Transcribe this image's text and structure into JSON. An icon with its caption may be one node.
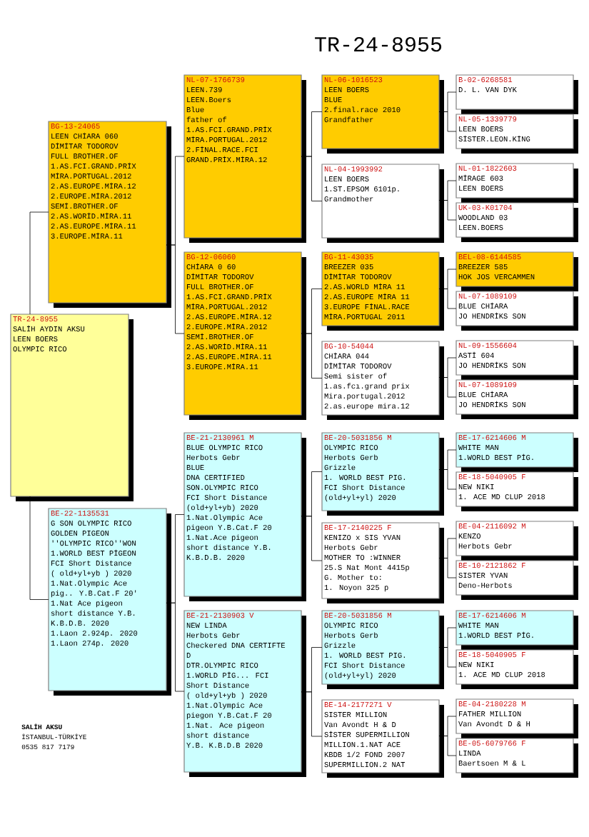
{
  "diagram": {
    "title": "TR-24-8955",
    "nodes": [
      {
        "text": [
          "TR-24-8955",
          "SALİH AYDIN AKSU",
          "LEEN BOERS",
          "OLYMPIC RICO"
        ]
      },
      {
        "text": [
          "BG-13-24065",
          "LEEN CHİARA 060",
          "DİMİTAR TODOROV",
          "FULL BROTHER.OF",
          "1.AS.FCI.GRAND.PRİX",
          "MİRA.PORTUGAL.2012",
          "2.AS.EUROPE.MİRA.12",
          "2.EUROPE.MİRA.2012",
          "SEMİ.BROTHER.OF",
          "2.AS.WORİD.MİRA.11",
          "2.AS.EUROPE.MİRA.11",
          "3.EUROPE.MİRA.11"
        ]
      },
      {
        "text": [
          "NL-07-1766739",
          "LEEN.739",
          "LEEN.Boers",
          "Blue",
          "father of",
          "1.AS.FCI.GRAND.PRİX",
          "MİRA.PORTUGAL.2012",
          "2.FİNAL.RACE.FCI",
          "GRAND.PRİX.MİRA.12"
        ]
      },
      {
        "text": [
          "NL-06-1016523",
          "LEEN BOERS",
          "BLUE",
          "2.final.race 2010",
          "Grandfather"
        ]
      },
      {
        "text": [
          "B-02-6268581",
          "D. L. VAN DYK"
        ]
      },
      {
        "text": [
          "NL-05-1339779",
          "LEEN BOERS",
          "SİSTER.LEON.KİNG"
        ]
      },
      {
        "text": [
          "NL-04-1993992",
          "LEEN BOERS",
          "1.ST.EPSOM 6101p.",
          "Grandmother"
        ]
      },
      {
        "text": [
          "NL-01-1822603",
          "MİRAGE 603",
          "LEEN BOERS"
        ]
      },
      {
        "text": [
          "UK-03-K01704",
          "WOODLAND 03",
          "LEEN.BOERS"
        ]
      },
      {
        "text": [
          "BG-12-06060",
          "CHİARA 0 60",
          "DİMİTAR TODOROV",
          "FULL BROTHER.OF",
          "1.AS.FCI.GRAND.PRİX",
          "MİRA.PORTUGAL.2012",
          "2.AS.EUROPE.MİRA.12",
          "2.EUROPE.MİRA.2012",
          "SEMİ.BROTHER.OF",
          "2.AS.WORİD.MİRA.11",
          "2.AS.EUROPE.MİRA.11",
          "3.EUROPE.MİRA.11"
        ]
      },
      {
        "text": [
          "BG-11-43035",
          "BREEZER 035",
          "DİMİTAR TODOROV",
          "2.AS.WORLD MİRA 11",
          "2.AS.EUROPE MİRA 11",
          "3.EUROPE FİNAL.RACE",
          "MİRA.PORTUGAL 2011"
        ]
      },
      {
        "text": [
          "BEL-08-6144585",
          "BREEZER 585",
          "HOK JOS VERCAMMEN"
        ]
      },
      {
        "text": [
          "NL-07-1089109",
          "BLUE CHİARA",
          "JO HENDRİKS SON"
        ]
      },
      {
        "text": [
          "BG-10-54044",
          "CHİARA 044",
          "DİMİTAR TODOROV",
          "Semi sister of",
          "1.as.fcı.grand prix",
          "Mira.portugal.2012",
          "2.as.europe mira.12"
        ]
      },
      {
        "text": [
          "NL-09-1556604",
          "ASTİ 604",
          "JO HENDRİKS SON"
        ]
      },
      {
        "text": [
          "NL-07-1089109",
          "BLUE CHİARA",
          "JO HENDRİKS SON"
        ]
      },
      {
        "text": [
          "BE-22-1135531",
          "G SON OLYMPIC RICO",
          "GOLDEN PIGEON",
          "''OLYMPIC RICO''WON",
          "1.WORLD BEST PİGEON",
          "FCI Short Distance",
          "( old+yl+yb ) 2020",
          "1.Nat.Olympic Ace",
          "pig.. Y.B.Cat.F 20'",
          "1.Nat Ace pigeon",
          "short distance Y.B.",
          "K.B.D.B. 2020",
          "1.Laon 2.924p. 2020",
          "1.Laon 274p. 2020"
        ]
      },
      {
        "text": [
          "BE-21-2130961 M",
          "BLUE OLYMPIC RICO",
          "Herbots Gebr",
          "BLUE",
          "DNA CERTIFIED",
          "SON.OLYMPIC RICO",
          "FCI Short Distance",
          "(old+yl+yb) 2020",
          "1.Nat.Olympic Ace",
          "pigeon Y.B.Cat.F 20",
          "1.Nat.Ace pigeon",
          "short distance Y.B.",
          "K.B.D.B. 2020"
        ]
      },
      {
        "text": [
          "BE-20-5031856 M",
          "OLYMPIC RICO",
          "Herbots Gerb",
          "Grizzle",
          "1. WORLD BEST PIG.",
          "FCI Short Distance",
          "(old+yl+yl) 2020"
        ]
      },
      {
        "text": [
          "BE-17-6214606 M",
          "WHITE MAN",
          "1.WORLD BEST PİG."
        ]
      },
      {
        "text": [
          "BE-18-5040905 F",
          "NEW NIKI",
          "1. ACE MD CLUP 2018"
        ]
      },
      {
        "text": [
          "BE-17-2140225 F",
          "KENIZO x SIS YVAN",
          "Herbots Gebr",
          "MOTHER TO :WINNER",
          "25.S Nat Mont 4415p",
          "G. Mother to:",
          "1. Noyon 325 p"
        ]
      },
      {
        "text": [
          "BE-04-2116092 M",
          "KENZO",
          "Herbots Gebr"
        ]
      },
      {
        "text": [
          "BE-10-2121862 F",
          "SISTER YVAN",
          "Deno-Herbots"
        ]
      },
      {
        "text": [
          "BE-21-2130903 V",
          "NEW LINDA",
          "Herbots Gebr",
          "Checkered DNA CERTIFTE",
          "D",
          "DTR.OLYMPIC RICO",
          "1.WORLD PİG... FCI",
          "Short Distance",
          "( old+yl+yb ) 2020",
          "1.Nat.Olympic Ace",
          "piegon Y.B.Cat.F 20",
          "1.Nat. Ace pigeon",
          "short distance",
          "Y.B. K.B.D.B 2020"
        ]
      },
      {
        "text": [
          "BE-20-5031856 M",
          "OLYMPIC RICO",
          "Herbots Gerb",
          "Grizzle",
          "1. WORLD BEST PIG.",
          "FCI Short Distance",
          "(old+yl+yl) 2020"
        ]
      },
      {
        "text": [
          "BE-17-6214606 M",
          "WHITE MAN",
          "1.WORLD BEST PİG."
        ]
      },
      {
        "text": [
          "BE-18-5040905 F",
          "NEW NIKI",
          "1. ACE MD CLUP 2018"
        ]
      },
      {
        "text": [
          "BE-14-2177271 V",
          "SISTER MILLION",
          "Van Avondt H & D",
          "SİSTER SUPERMILLION",
          "MILLION.1.NAT ACE",
          "KBDB 1/2 FOND 2007",
          "SUPERMILLION.2 NAT"
        ]
      },
      {
        "text": [
          "BE-04-2180228 M",
          "FATHER MILLION",
          "Van Avondt D & H"
        ]
      },
      {
        "text": [
          "BE-05-6079766 F",
          "LINDA",
          "Baertsoen M & L"
        ]
      }
    ],
    "edges": [
      {
        "from": 0,
        "to": 1,
        "arrow": "none"
      },
      {
        "from": 0,
        "to": 16,
        "arrow": "none"
      },
      {
        "from": 1,
        "to": 2,
        "arrow": "none"
      },
      {
        "from": 1,
        "to": 9,
        "arrow": "none"
      },
      {
        "from": 2,
        "to": 3,
        "arrow": "none"
      },
      {
        "from": 2,
        "to": 6,
        "arrow": "none"
      },
      {
        "from": 3,
        "to": 4,
        "arrow": "none"
      },
      {
        "from": 3,
        "to": 5,
        "arrow": "none"
      },
      {
        "from": 6,
        "to": 7,
        "arrow": "none"
      },
      {
        "from": 6,
        "to": 8,
        "arrow": "none"
      },
      {
        "from": 9,
        "to": 10,
        "arrow": "none"
      },
      {
        "from": 9,
        "to": 13,
        "arrow": "none"
      },
      {
        "from": 10,
        "to": 11,
        "arrow": "none"
      },
      {
        "from": 10,
        "to": 12,
        "arrow": "none"
      },
      {
        "from": 13,
        "to": 14,
        "arrow": "none"
      },
      {
        "from": 13,
        "to": 15,
        "arrow": "none"
      },
      {
        "from": 16,
        "to": 17,
        "arrow": "none"
      },
      {
        "from": 16,
        "to": 24,
        "arrow": "none"
      },
      {
        "from": 17,
        "to": 18,
        "arrow": "none"
      },
      {
        "from": 17,
        "to": 21,
        "arrow": "none"
      },
      {
        "from": 18,
        "to": 19,
        "arrow": "none"
      },
      {
        "from": 18,
        "to": 20,
        "arrow": "none"
      },
      {
        "from": 21,
        "to": 22,
        "arrow": "none"
      },
      {
        "from": 21,
        "to": 23,
        "arrow": "none"
      },
      {
        "from": 24,
        "to": 25,
        "arrow": "none"
      },
      {
        "from": 24,
        "to": 28,
        "arrow": "none"
      },
      {
        "from": 25,
        "to": 26,
        "arrow": "none"
      },
      {
        "from": 25,
        "to": 27,
        "arrow": "none"
      },
      {
        "from": 28,
        "to": 29,
        "arrow": "none"
      },
      {
        "from": 28,
        "to": 30,
        "arrow": "none"
      }
    ],
    "labels": [
      "SALİH AKSU",
      "İSTANBUL-TÜRKİYE",
      "0535 817 7179"
    ]
  }
}
